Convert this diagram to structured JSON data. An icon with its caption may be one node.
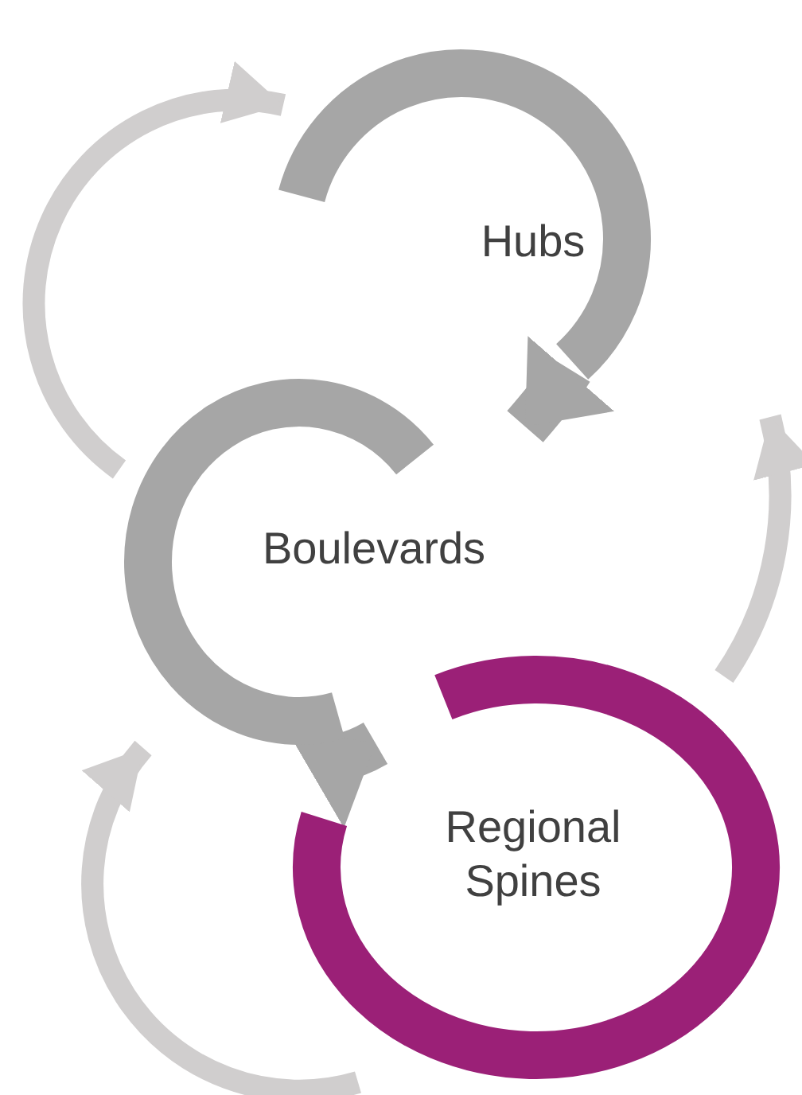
{
  "diagram": {
    "nodes": [
      {
        "text": [
          "Hubs"
        ]
      },
      {
        "text": [
          "Boulevards"
        ]
      },
      {
        "text": [
          "Regional Spines"
        ]
      }
    ],
    "edges": [
      {
        "from": 0,
        "to": 1,
        "arrow": "to",
        "style": "thick",
        "color": "#a6a6a6"
      },
      {
        "from": 1,
        "to": 2,
        "arrow": "to",
        "style": "thick",
        "color": "#a6a6a6"
      },
      {
        "from": 1,
        "to": 0,
        "arrow": "to"
      },
      {
        "from": 2,
        "to": 0,
        "arrow": "to"
      },
      {
        "from": 2,
        "to": 1,
        "arrow": "to"
      }
    ]
  }
}
